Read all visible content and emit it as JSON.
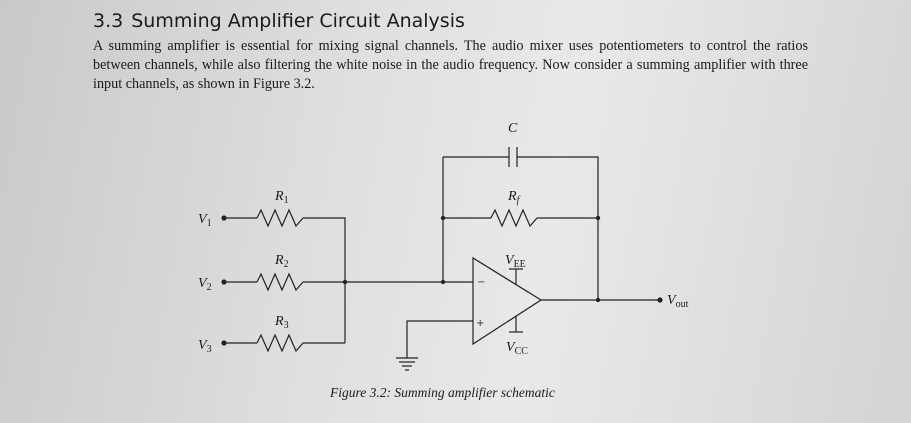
{
  "section": {
    "number": "3.3",
    "title": "Summing Amplifier Circuit Analysis",
    "body": "A summing amplifier is essential for mixing signal channels. The audio mixer uses potentiometers to control the ratios between channels, while also filtering the white noise in the audio frequency. Now consider a summing amplifier with three input channels, as shown in Figure 3.2."
  },
  "figure": {
    "caption": "Figure 3.2: Summing amplifier schematic",
    "inputs": [
      {
        "label": "V",
        "sub": "1"
      },
      {
        "label": "V",
        "sub": "2"
      },
      {
        "label": "V",
        "sub": "3"
      }
    ],
    "resistors": [
      {
        "label": "R",
        "sub": "1"
      },
      {
        "label": "R",
        "sub": "2"
      },
      {
        "label": "R",
        "sub": "3"
      }
    ],
    "feedback_resistor": {
      "label": "R",
      "sub": "f"
    },
    "capacitor_label": "C",
    "supply_negative": {
      "label": "V",
      "sub": "EE"
    },
    "supply_positive": {
      "label": "V",
      "sub": "CC"
    },
    "output": {
      "label": "V",
      "sub": "out"
    },
    "opamp_minus": "−",
    "opamp_plus": "+"
  }
}
